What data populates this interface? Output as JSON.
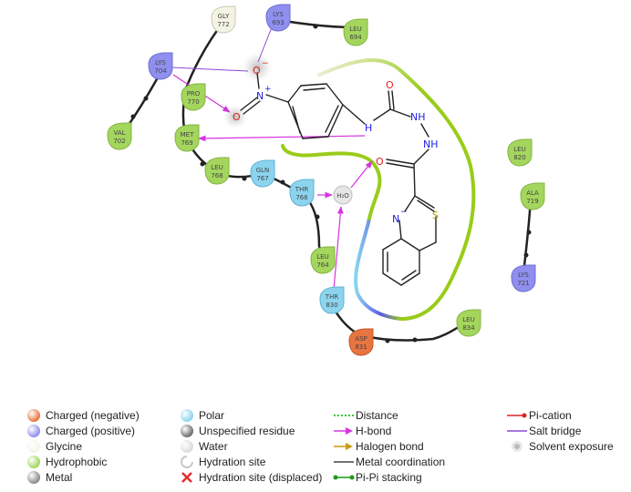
{
  "residues": [
    {
      "id": "gly772",
      "name": "GLY",
      "num": "772",
      "type": "glycine"
    },
    {
      "id": "lys693",
      "name": "LYS",
      "num": "693",
      "type": "positive"
    },
    {
      "id": "leu694",
      "name": "LEU",
      "num": "694",
      "type": "hydrophobic"
    },
    {
      "id": "lys704",
      "name": "LYS",
      "num": "704",
      "type": "positive"
    },
    {
      "id": "pro770",
      "name": "PRO",
      "num": "770",
      "type": "hydrophobic"
    },
    {
      "id": "val702",
      "name": "VAL",
      "num": "702",
      "type": "hydrophobic"
    },
    {
      "id": "met769",
      "name": "MET",
      "num": "769",
      "type": "hydrophobic"
    },
    {
      "id": "leu768",
      "name": "LEU",
      "num": "768",
      "type": "hydrophobic"
    },
    {
      "id": "gln767",
      "name": "GLN",
      "num": "767",
      "type": "polar"
    },
    {
      "id": "thr766",
      "name": "THR",
      "num": "766",
      "type": "polar"
    },
    {
      "id": "leu764",
      "name": "LEU",
      "num": "764",
      "type": "hydrophobic"
    },
    {
      "id": "thr830",
      "name": "THR",
      "num": "830",
      "type": "polar"
    },
    {
      "id": "asp831",
      "name": "ASP",
      "num": "831",
      "type": "negative"
    },
    {
      "id": "leu834",
      "name": "LEU",
      "num": "834",
      "type": "hydrophobic"
    },
    {
      "id": "leu820",
      "name": "LEU",
      "num": "820",
      "type": "hydrophobic"
    },
    {
      "id": "ala719",
      "name": "ALA",
      "num": "719",
      "type": "hydrophobic"
    },
    {
      "id": "lys721",
      "name": "LYS",
      "num": "721",
      "type": "positive"
    }
  ],
  "water_label": "H₂O",
  "ligand_atoms": {
    "o_minus": "O",
    "o_minus_charge": "−",
    "n_plus": "N",
    "n_plus_charge": "+",
    "o_nitro": "O",
    "o_urea": "O",
    "nh_urea": "NH",
    "h_urea": "H",
    "nh_hydrazide": "NH",
    "o_amide": "O",
    "n_minus": "N",
    "n_minus_charge": "−",
    "s_ring": "S"
  },
  "colors": {
    "negative": "#e8743f",
    "positive": "#8f8ff0",
    "glycine": "#f4f4e4",
    "hydrophobic": "#a4d65e",
    "polar": "#8cd4ee",
    "metal": "#8a8a8a",
    "hbond": "#d633e0",
    "pocket_green": "#99cc1a",
    "pocket_blue": "#5a5ae6"
  },
  "legend": [
    {
      "label": "Charged (negative)",
      "symbol": "negative-dot"
    },
    {
      "label": "Charged (positive)",
      "symbol": "positive-dot"
    },
    {
      "label": "Glycine",
      "symbol": "glycine-dot"
    },
    {
      "label": "Hydrophobic",
      "symbol": "hydrophobic-dot"
    },
    {
      "label": "Metal",
      "symbol": "metal-dot"
    },
    {
      "label": "Polar",
      "symbol": "polar-dot"
    },
    {
      "label": "Unspecified residue",
      "symbol": "unspecified-dot"
    },
    {
      "label": "Water",
      "symbol": "water-dot"
    },
    {
      "label": "Hydration site",
      "symbol": "hydration-site"
    },
    {
      "label": "Hydration site (displaced)",
      "symbol": "displaced-cross"
    },
    {
      "label": "Distance",
      "symbol": "distance-line"
    },
    {
      "label": "H-bond",
      "symbol": "hbond-arrow"
    },
    {
      "label": "Halogen bond",
      "symbol": "halogen-arrow"
    },
    {
      "label": "Metal coordination",
      "symbol": "metal-line"
    },
    {
      "label": "Pi-Pi stacking",
      "symbol": "pipi-line"
    },
    {
      "label": "Pi-cation",
      "symbol": "pication-line"
    },
    {
      "label": "Salt bridge",
      "symbol": "saltbridge-line"
    },
    {
      "label": "Solvent exposure",
      "symbol": "solvent-ring"
    }
  ]
}
